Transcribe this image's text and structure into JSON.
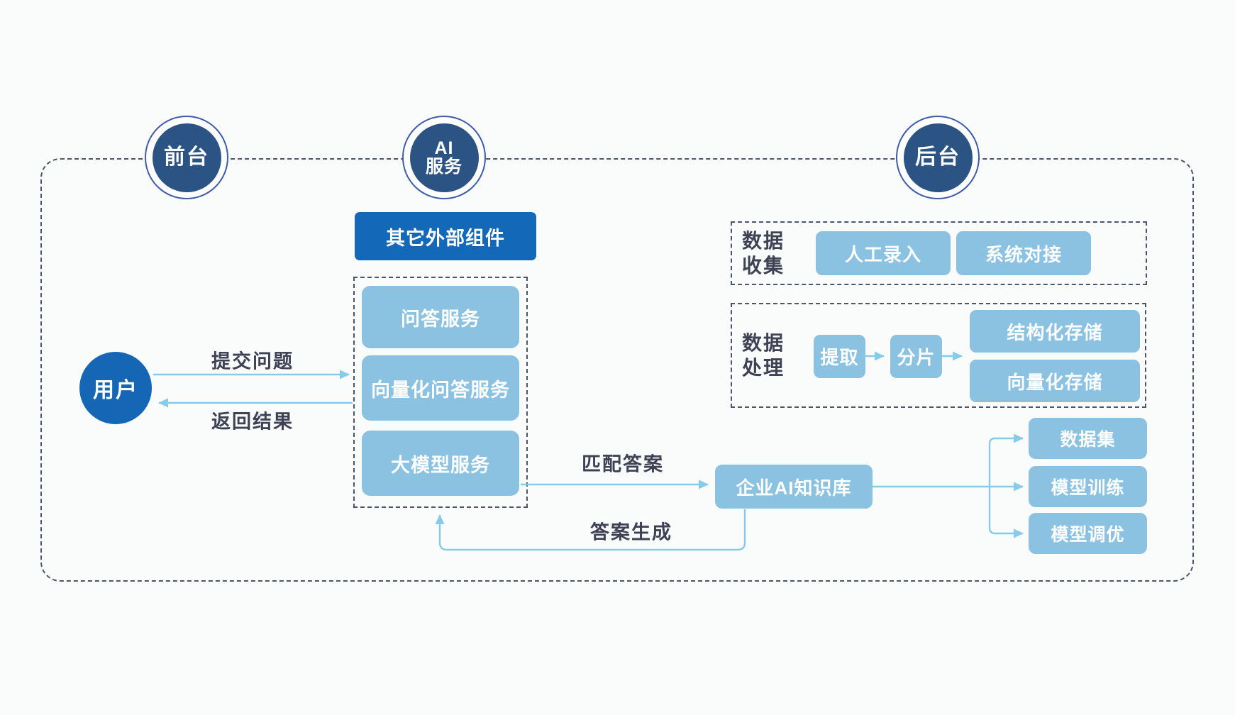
{
  "colors": {
    "background": "#FAFCFC",
    "navy": "#2B5384",
    "ring_blue": "#3D5CA9",
    "bright_blue": "#1566B4",
    "accent_blue": "#1468B8",
    "light_blue": "#8BC2E1",
    "arrow_blue": "#86CBEA",
    "dash_gray": "#4C566A",
    "label_dark": "#3E4254"
  },
  "lanes": {
    "front": "前台",
    "ai_line1": "AI",
    "ai_line2": "服务",
    "back": "后台"
  },
  "front_stage": {
    "user": "用户",
    "submit_label": "提交问题",
    "return_label": "返回结果"
  },
  "ai_services": {
    "external": "其它外部组件",
    "items": [
      {
        "label": "问答服务"
      },
      {
        "label": "向量化问答服务"
      },
      {
        "label": "大模型服务"
      }
    ]
  },
  "flow": {
    "match_label": "匹配答案",
    "knowledge_base": "企业AI知识库",
    "generate_label": "答案生成"
  },
  "data_collection": {
    "title_line1": "数据",
    "title_line2": "收集",
    "items": [
      {
        "label": "人工录入"
      },
      {
        "label": "系统对接"
      }
    ]
  },
  "data_processing": {
    "title_line1": "数据",
    "title_line2": "处理",
    "extract": "提取",
    "shard": "分片",
    "storages": [
      {
        "label": "结构化存储"
      },
      {
        "label": "向量化存储"
      }
    ]
  },
  "training": {
    "items": [
      {
        "label": "数据集"
      },
      {
        "label": "模型训练"
      },
      {
        "label": "模型调优"
      }
    ]
  }
}
